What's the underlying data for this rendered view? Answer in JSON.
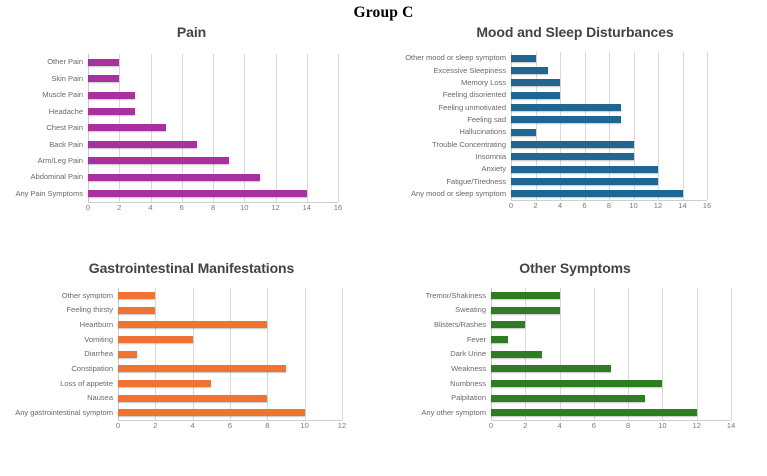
{
  "page": {
    "title": "Group C"
  },
  "colors": {
    "pain": "#A8309F",
    "mood": "#1F6690",
    "gi": "#EF7331",
    "other": "#2E7D22",
    "gridline": "#d9d9d9",
    "label_text": "#6b6b6b",
    "title_text": "#434343"
  },
  "chart_data": [
    {
      "id": "pain",
      "type": "bar",
      "orientation": "horizontal",
      "title": "Pain",
      "xlabel": "",
      "ylabel": "",
      "xlim": [
        0,
        16
      ],
      "xticks": [
        0,
        2,
        4,
        6,
        8,
        10,
        12,
        14,
        16
      ],
      "grid": true,
      "legend": "none",
      "color": "#A8309F",
      "categories": [
        "Other Pain",
        "Skin Pain",
        "Muscle Pain",
        "Headache",
        "Chest Pain",
        "Back Pain",
        "Arm/Leg Pain",
        "Abdominal Pain",
        "Any Pain Symptoms"
      ],
      "values": [
        2,
        2,
        3,
        3,
        5,
        7,
        9,
        11,
        14
      ]
    },
    {
      "id": "mood",
      "type": "bar",
      "orientation": "horizontal",
      "title": "Mood and Sleep Disturbances",
      "xlabel": "",
      "ylabel": "",
      "xlim": [
        0,
        16
      ],
      "xticks": [
        0,
        2,
        4,
        6,
        8,
        10,
        12,
        14,
        16
      ],
      "grid": true,
      "legend": "none",
      "color": "#1F6690",
      "categories": [
        "Other mood or sleep symptom",
        "Excessive Sleepiness",
        "Memory Loss",
        "Feeling disoriented",
        "Feeling unmotivated",
        "Feeling sad",
        "Hallucinations",
        "Trouble Concentrating",
        "Insomnia",
        "Anxiety",
        "Fatigue/Tiredness",
        "Any mood or sleep symptom"
      ],
      "values": [
        2,
        3,
        4,
        4,
        9,
        9,
        2,
        10,
        10,
        12,
        12,
        14
      ]
    },
    {
      "id": "gi",
      "type": "bar",
      "orientation": "horizontal",
      "title": "Gastrointestinal Manifestations",
      "xlabel": "",
      "ylabel": "",
      "xlim": [
        0,
        12
      ],
      "xticks": [
        0,
        2,
        4,
        6,
        8,
        10,
        12
      ],
      "grid": true,
      "legend": "none",
      "color": "#EF7331",
      "categories": [
        "Other symptom",
        "Feeling thirsty",
        "Heartburn",
        "Vomiting",
        "Diarrhea",
        "Constipation",
        "Loss of appetite",
        "Nausea",
        "Any gastrointestinal symptom"
      ],
      "values": [
        2,
        2,
        8,
        4,
        1,
        9,
        5,
        8,
        10
      ]
    },
    {
      "id": "other",
      "type": "bar",
      "orientation": "horizontal",
      "title": "Other Symptoms",
      "xlabel": "",
      "ylabel": "",
      "xlim": [
        0,
        14
      ],
      "xticks": [
        0,
        2,
        4,
        6,
        8,
        10,
        12,
        14
      ],
      "grid": true,
      "legend": "none",
      "color": "#2E7D22",
      "categories": [
        "Tremor/Shakiness",
        "Sweating",
        "Blisters/Rashes",
        "Fever",
        "Dark Urine",
        "Weakness",
        "Numbness",
        "Palpitation",
        "Any other symptom"
      ],
      "values": [
        4,
        4,
        2,
        1,
        3,
        7,
        10,
        9,
        12
      ]
    }
  ]
}
